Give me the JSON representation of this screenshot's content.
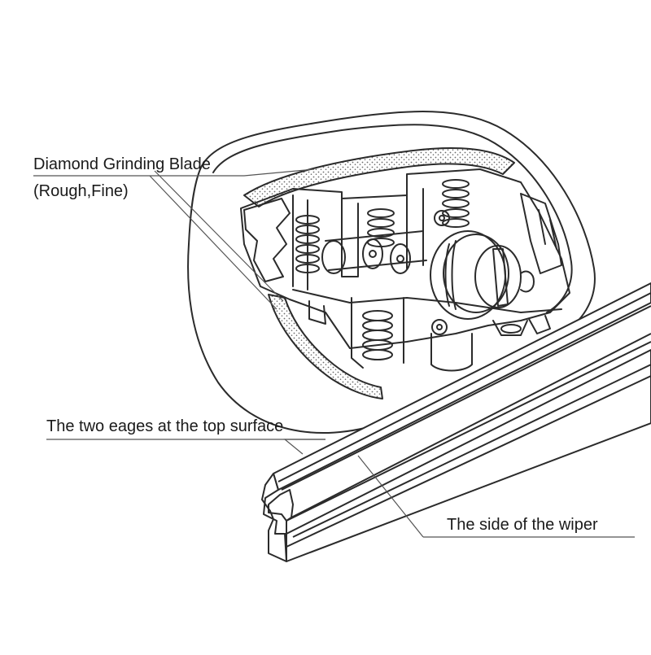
{
  "labels": {
    "blade_line1": "Diamond Grinding Blade",
    "blade_line2": "(Rough,Fine)",
    "top_edges": "The two eages at the top surface",
    "wiper_side": "The side of the wiper"
  },
  "colors": {
    "background": "#ffffff",
    "line": "#2b2b2b",
    "leader": "#555555",
    "grit": "#6b6b6b"
  }
}
